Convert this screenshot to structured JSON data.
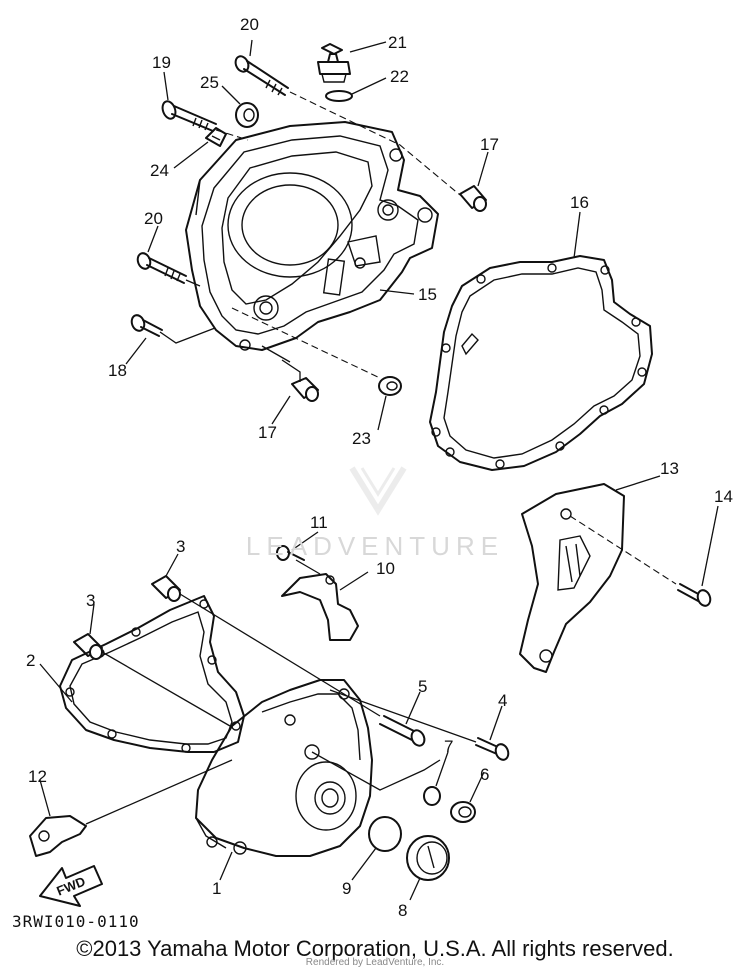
{
  "watermark": {
    "text": "LEADVENTURE"
  },
  "ref_code": "3RWI010-0110",
  "copyright": "©2013 Yamaha Motor Corporation, U.S.A. All rights reserved.",
  "render_note": "Rendered by LeadVenture, Inc.",
  "fwd_arrow": {
    "label": "FWD"
  },
  "callouts": [
    {
      "id": "c1",
      "text": "1"
    },
    {
      "id": "c2",
      "text": "2"
    },
    {
      "id": "c3a",
      "text": "3"
    },
    {
      "id": "c3b",
      "text": "3"
    },
    {
      "id": "c4",
      "text": "4"
    },
    {
      "id": "c5",
      "text": "5"
    },
    {
      "id": "c6",
      "text": "6"
    },
    {
      "id": "c7",
      "text": "7"
    },
    {
      "id": "c8",
      "text": "8"
    },
    {
      "id": "c9",
      "text": "9"
    },
    {
      "id": "c10",
      "text": "10"
    },
    {
      "id": "c11",
      "text": "11"
    },
    {
      "id": "c12",
      "text": "12"
    },
    {
      "id": "c13",
      "text": "13"
    },
    {
      "id": "c14",
      "text": "14"
    },
    {
      "id": "c15",
      "text": "15"
    },
    {
      "id": "c16",
      "text": "16"
    },
    {
      "id": "c17a",
      "text": "17"
    },
    {
      "id": "c17b",
      "text": "17"
    },
    {
      "id": "c18",
      "text": "18"
    },
    {
      "id": "c19",
      "text": "19"
    },
    {
      "id": "c20a",
      "text": "20"
    },
    {
      "id": "c20b",
      "text": "20"
    },
    {
      "id": "c21",
      "text": "21"
    },
    {
      "id": "c22",
      "text": "22"
    },
    {
      "id": "c23",
      "text": "23"
    },
    {
      "id": "c24",
      "text": "24"
    },
    {
      "id": "c25",
      "text": "25"
    }
  ]
}
